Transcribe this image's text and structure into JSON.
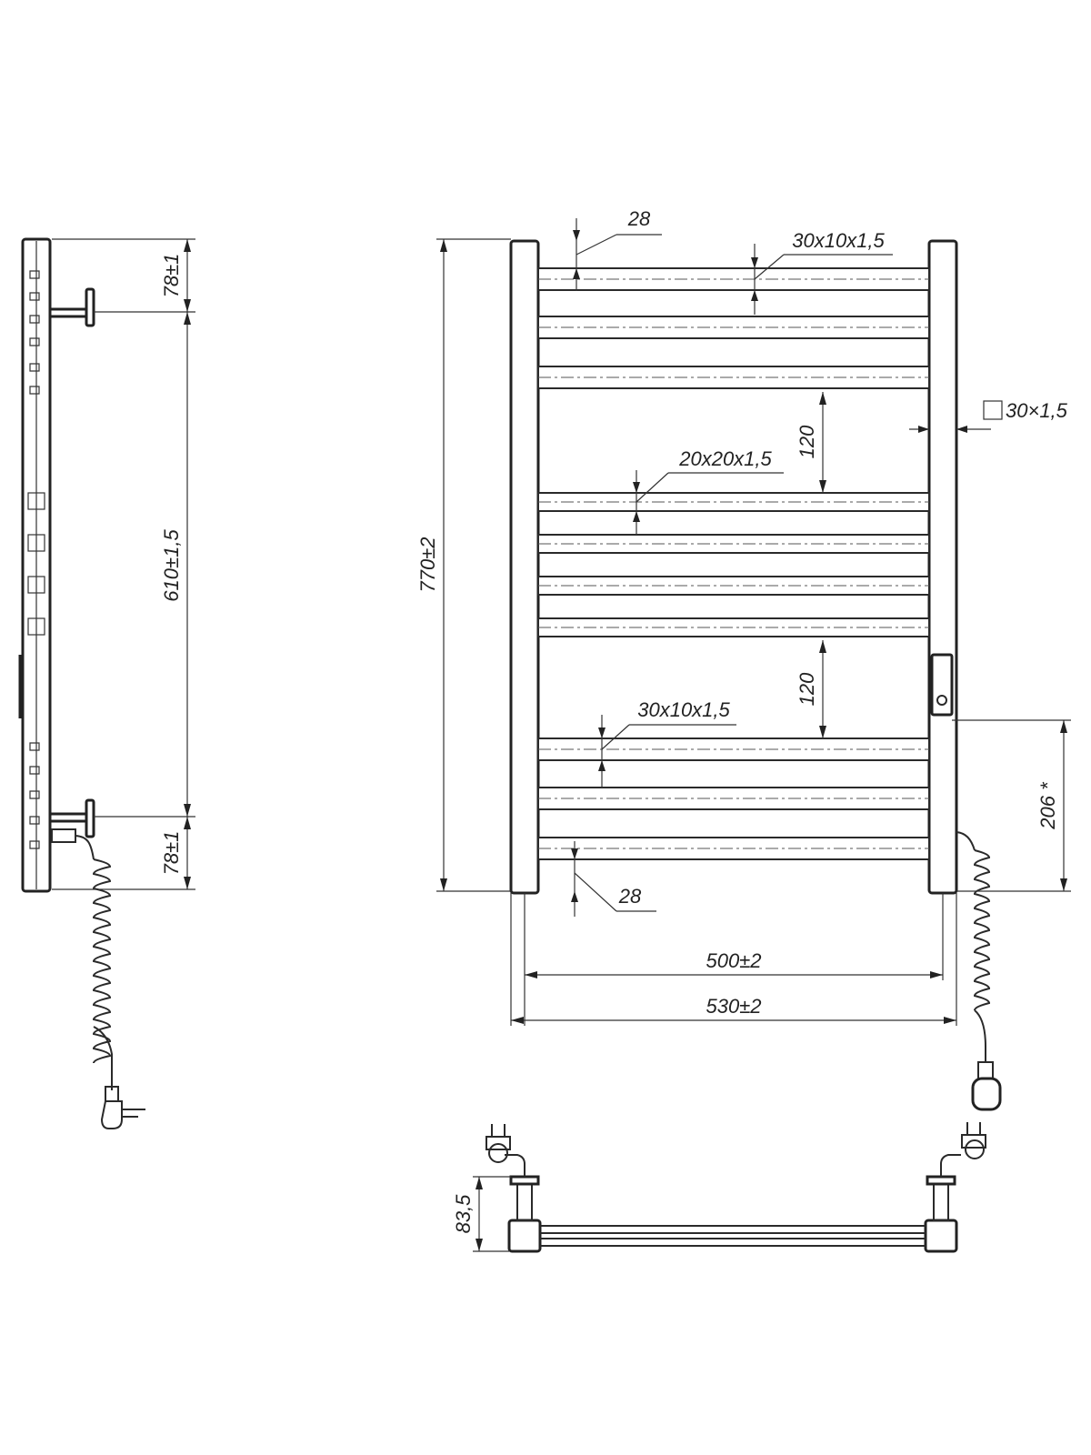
{
  "dimensions": {
    "top_offset_side": "78±1",
    "center_distance": "610±1,5",
    "bottom_offset_side": "78±1",
    "total_height": "770±2",
    "top_rail_gap": "28",
    "bottom_rail_gap": "28",
    "rail_profile_top": "30x10x1,5",
    "rail_profile_middle": "20x20x1,5",
    "rail_profile_bottom": "30x10x1,5",
    "upright_profile": "30×1,5",
    "spacing_upper": "120",
    "spacing_lower": "120",
    "heater_height": "206 *",
    "inner_width": "500±2",
    "outer_width": "530±2",
    "wall_depth": "83,5"
  }
}
